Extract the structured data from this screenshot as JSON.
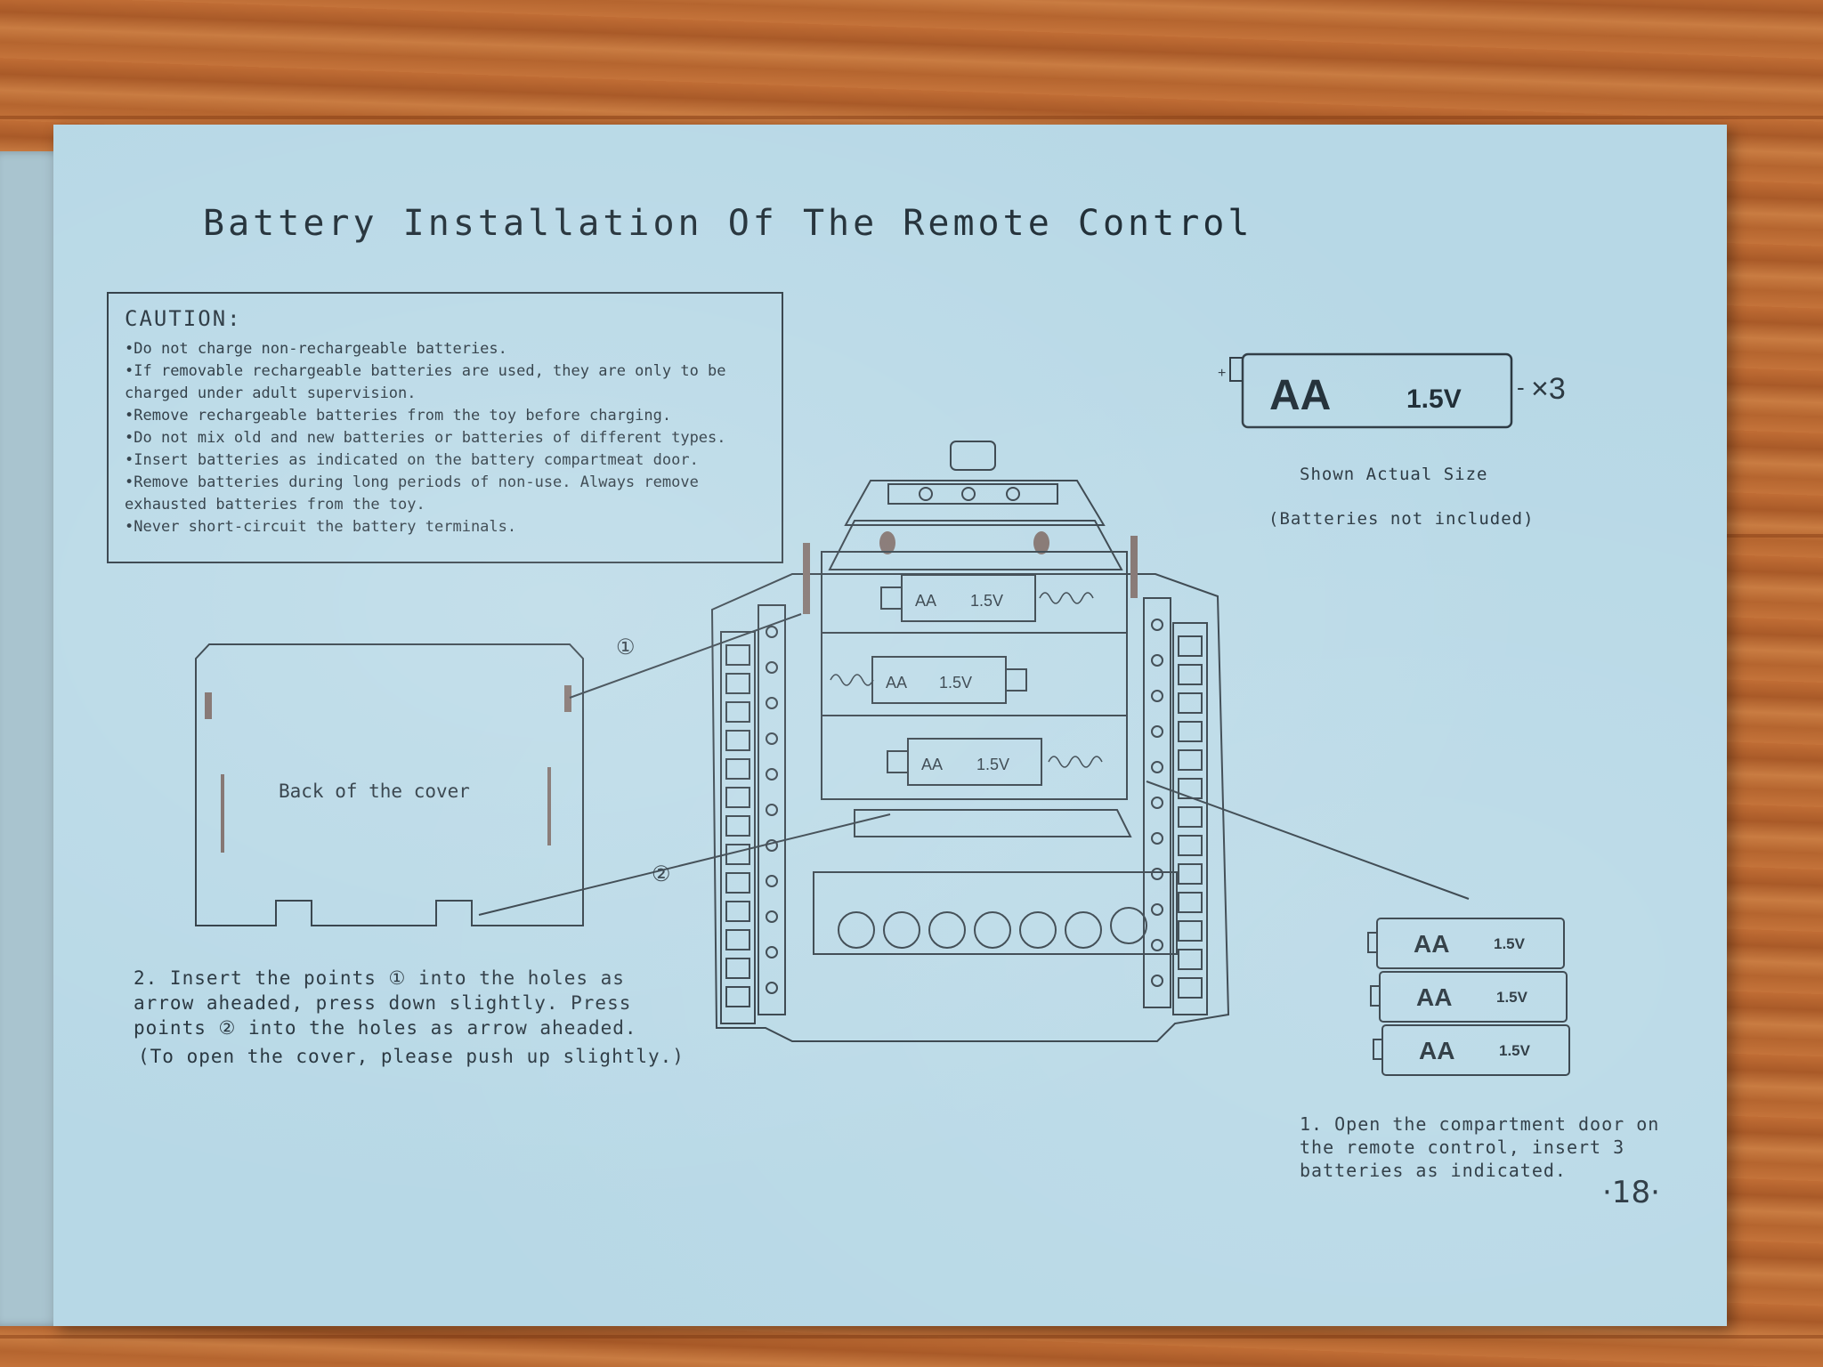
{
  "page": {
    "title": "Battery Installation Of The Remote Control",
    "page_number": "·18·"
  },
  "caution": {
    "heading": "CAUTION:",
    "items": [
      "Do not charge non-rechargeable batteries.",
      "If removable rechargeable batteries are used, they are only to be charged under adult supervision.",
      "Remove rechargeable batteries from the toy before charging.",
      "Do not mix old and new batteries or batteries of different types.",
      "Insert batteries as indicated on the battery compartmeat door.",
      "Remove batteries during long periods of non-use. Always remove exhausted batteries from the toy.",
      "Never short-circuit the battery terminals."
    ]
  },
  "battery": {
    "type": "AA",
    "voltage": "1.5V",
    "quantity": "×3",
    "plus": "+",
    "minus": "-",
    "shown_actual_size": "Shown Actual Size",
    "not_included": "(Batteries not included)"
  },
  "diagram": {
    "cover_label": "Back of the cover",
    "marker_1": "①",
    "marker_2": "②",
    "slot_label_aa": "AA",
    "slot_label_v": "1.5V"
  },
  "instructions": {
    "step_2": "2. Insert the points ① into the holes as arrow aheaded, press down slightly. Press points ② into the holes as arrow aheaded.",
    "cover_note": "(To open the cover, please push up slightly.)",
    "step_1": "1. Open the compartment door on the remote control, insert 3 batteries as indicated."
  }
}
